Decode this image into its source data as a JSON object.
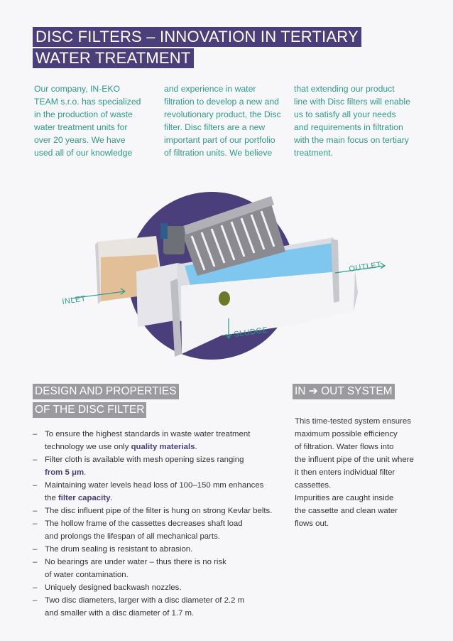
{
  "title": {
    "line1": "DISC FILTERS – INNOVATION IN TERTIARY",
    "line2": "WATER TREATMENT"
  },
  "intro": {
    "col1": [
      "Our company, IN-EKO",
      "TEAM s.r.o. has specialized",
      "in the production of waste",
      "water treatment units for",
      "over 20 years. We have",
      "used all of our knowledge"
    ],
    "col2": [
      "and experience in water",
      "filtration to develop a new and",
      "revolutionary product, the Disc",
      "filter. Disc filters are a new",
      "important part of our portfolio",
      "of filtration units. We believe"
    ],
    "col3": [
      "that extending our product",
      "line with Disc filters will enable",
      "us to satisfy all your needs",
      "and requirements in filtration",
      "with the main focus on tertiary",
      "treatment."
    ]
  },
  "diagram": {
    "inlet": "INLET",
    "outlet": "OUTLET",
    "sludge": "SLUDGE"
  },
  "design": {
    "heading1": "DESIGN AND PROPERTIES",
    "heading2": "OF THE DISC FILTER",
    "dash": "–",
    "b1": {
      "before": "To ensure the highest standards in waste water treatment",
      "line2_before": "technology we use only ",
      "hl": "quality materials",
      "after": "."
    },
    "b2": {
      "before": "Filter cloth is available with mesh opening sizes ranging",
      "hl": "from 5 μm",
      "after": "."
    },
    "b3": {
      "before": "Maintaining water levels head loss of 100–150 mm enhances",
      "line2_before": "the ",
      "hl": "filter capacity",
      "after": "."
    },
    "b4": "The disc influent pipe of the filter is hung on strong Kevlar belts.",
    "b5": [
      "The hollow frame of the cassettes decreases shaft load",
      "and prolongs the lifespan of all mechanical parts."
    ],
    "b6": "The drum sealing is resistant to abrasion.",
    "b7": [
      "No bearings are under water – thus there is no risk",
      "of water contamination."
    ],
    "b8": "Uniquely designed backwash nozzles.",
    "b9": [
      "Two disc diameters, larger with a disc diameter of 2.2 m",
      "and smaller with a disc diameter of 1.7 m."
    ]
  },
  "system": {
    "heading": "IN ➔ OUT SYSTEM",
    "lines": [
      "This time-tested system ensures",
      "maximum possible efficiency",
      "of filtration. Water flows into",
      "the influent pipe of the unit where",
      "it then enters individual filter",
      "cassettes.",
      "Impurities are caught inside",
      "the cassette and clean water",
      "flows out."
    ]
  },
  "colors": {
    "title_bg": "#4a3f7a",
    "accent_teal": "#2c9a8c",
    "heading_gray": "#9b9b9f",
    "highlight": "#4a3f7a"
  }
}
